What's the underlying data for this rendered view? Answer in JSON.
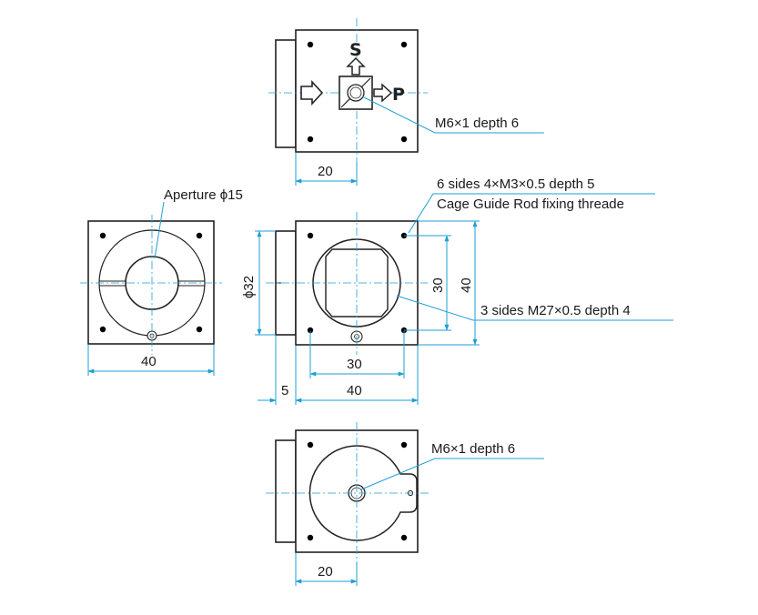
{
  "labels": {
    "s_marker": "S",
    "p_marker": "P",
    "top_thread": "M6×1 depth 6",
    "top_dim_20": "20",
    "cage_thread": "6 sides 4×M3×0.5 depth 5",
    "cage_rod": "Cage Guide Rod fixing threade",
    "aperture": "Aperture ϕ15",
    "left_dim_40": "40",
    "dia_32": "ϕ32",
    "dim_30_vertical": "30",
    "dim_40_vertical": "40",
    "side_thread": "3 sides M27×0.5 depth 4",
    "dim_30_horizontal": "30",
    "dim_5": "5",
    "dim_40_horizontal": "40",
    "bottom_thread": "M6×1 depth 6",
    "bottom_dim_20": "20"
  },
  "colors": {
    "dimension_line": "#1e9fd6",
    "body_line": "#222222"
  }
}
